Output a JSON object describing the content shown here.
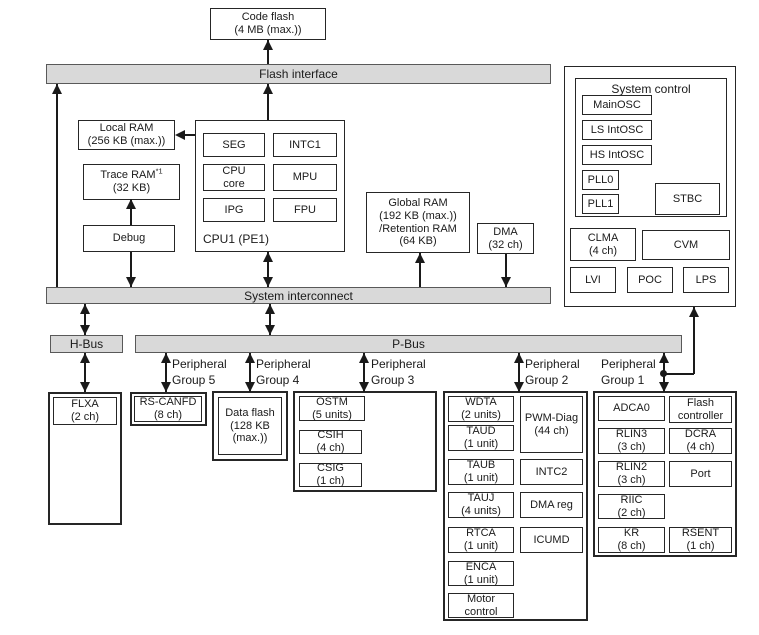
{
  "buses": {
    "flash_interface": "Flash interface",
    "system_interconnect": "System interconnect",
    "h_bus": "H-Bus",
    "p_bus": "P-Bus"
  },
  "memory": {
    "code_flash": {
      "name": "Code flash",
      "size": "(4 MB (max.))"
    },
    "local_ram": {
      "name": "Local RAM",
      "size": "(256 KB (max.))"
    },
    "trace_ram": {
      "name": "Trace RAM",
      "footnote": "*1",
      "size": "(32 KB)"
    },
    "debug": "Debug",
    "global_ram": {
      "l1": "Global RAM",
      "l2": "(192 KB (max.))",
      "l3": "/Retention RAM",
      "l4": "(64 KB)"
    }
  },
  "cpu1": {
    "label": "CPU1 (PE1)",
    "seg": "SEG",
    "intc1": "INTC1",
    "cpu_core_l1": "CPU",
    "cpu_core_l2": "core",
    "mpu": "MPU",
    "ipg": "IPG",
    "fpu": "FPU"
  },
  "dma": {
    "name": "DMA",
    "ch": "(32 ch)"
  },
  "system_control": {
    "title": "System control",
    "mainosc": "MainOSC",
    "ls_intosc": "LS IntOSC",
    "hs_intosc": "HS IntOSC",
    "pll0": "PLL0",
    "pll1": "PLL1",
    "stbc": "STBC",
    "clma": {
      "name": "CLMA",
      "ch": "(4 ch)"
    },
    "cvm": "CVM",
    "lvi": "LVI",
    "poc": "POC",
    "lps": "LPS"
  },
  "groups": {
    "g5": {
      "l1": "Peripheral",
      "l2": "Group 5"
    },
    "g4": {
      "l1": "Peripheral",
      "l2": "Group 4"
    },
    "g3": {
      "l1": "Peripheral",
      "l2": "Group 3"
    },
    "g2": {
      "l1": "Peripheral",
      "l2": "Group 2"
    },
    "g1": {
      "l1": "Peripheral",
      "l2": "Group 1"
    }
  },
  "peripherals": {
    "flxa": {
      "name": "FLXA",
      "ch": "(2 ch)"
    },
    "rs_canfd": {
      "name": "RS-CANFD",
      "ch": "(8 ch)"
    },
    "data_flash": {
      "l1": "Data flash",
      "l2": "(128 KB",
      "l3": "(max.))"
    },
    "ostm": {
      "name": "OSTM",
      "ch": "(5 units)"
    },
    "csih": {
      "name": "CSIH",
      "ch": "(4 ch)"
    },
    "csig": {
      "name": "CSIG",
      "ch": "(1 ch)"
    },
    "wdta": {
      "name": "WDTA",
      "ch": "(2 units)"
    },
    "taud": {
      "name": "TAUD",
      "ch": "(1 unit)"
    },
    "taub": {
      "name": "TAUB",
      "ch": "(1 unit)"
    },
    "tauj": {
      "name": "TAUJ",
      "ch": "(4 units)"
    },
    "rtca": {
      "name": "RTCA",
      "ch": "(1 unit)"
    },
    "enca": {
      "name": "ENCA",
      "ch": "(1 unit)"
    },
    "motor": {
      "l1": "Motor",
      "l2": "control"
    },
    "pwm_diag": {
      "name": "PWM-Diag",
      "ch": "(44 ch)"
    },
    "intc2": "INTC2",
    "dma_reg": "DMA reg",
    "icumd": "ICUMD",
    "adca0": "ADCA0",
    "rlin3": {
      "name": "RLIN3",
      "ch": "(3 ch)"
    },
    "rlin2": {
      "name": "RLIN2",
      "ch": "(3 ch)"
    },
    "riic": {
      "name": "RIIC",
      "ch": "(2 ch)"
    },
    "kr": {
      "name": "KR",
      "ch": "(8 ch)"
    },
    "flash_controller": {
      "l1": "Flash",
      "l2": "controller"
    },
    "dcra": {
      "name": "DCRA",
      "ch": "(4 ch)"
    },
    "port": "Port",
    "rsent": {
      "name": "RSENT",
      "ch": "(1 ch)"
    }
  },
  "colors": {
    "bar_fill": "#d9d9d9",
    "line": "#1a1a1a",
    "background": "#ffffff"
  }
}
